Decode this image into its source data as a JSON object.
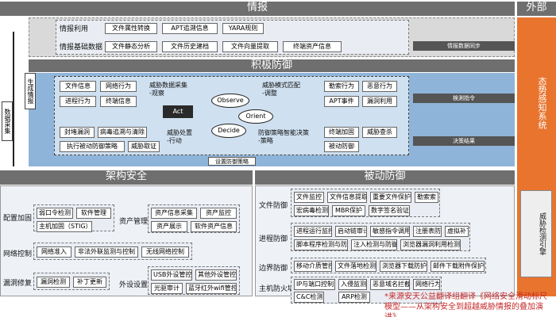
{
  "headers": {
    "intel": "情报",
    "external": "外部",
    "active": "积极防御",
    "architecture": "架构安全",
    "passive": "被动防御"
  },
  "intel": {
    "row1_label": "情报利用",
    "row1_items": [
      "文件属性转换",
      "APT追溯信息",
      "YARA规则"
    ],
    "row2_label": "情报基础数据",
    "row2_items": [
      "文件静态分析",
      "文件历史建档",
      "文件向量提取",
      "终端资产信息"
    ]
  },
  "external": {
    "situation": "态势感知系统",
    "intel_sync": "情报数据同步",
    "detect_cmd": "検測指令",
    "decision_result": "决策结果",
    "threat_detect_engine": "威胁检测引擎"
  },
  "left": {
    "gen_intel": "生成情报",
    "data_collect": "数据采集"
  },
  "active": {
    "observe_title": "威胁数据采集\n-观察",
    "observe_items": [
      "文件信息",
      "网络行为",
      "进程行为",
      "终端信息"
    ],
    "orient_title": "威胁模式匹配\n-调整",
    "orient_items": [
      "勒索行为",
      "恶意行为",
      "APT事件",
      "漏洞利用"
    ],
    "decide_title": "防御策略智能决策\n-策略",
    "decide_items": [
      "终端加固",
      "威胁查杀",
      "被动防御"
    ],
    "act_title": "威胁处置\n-行动",
    "act_items": [
      "封堵漏洞",
      "病毒追溯与清除",
      "执行被动防御策略",
      "威胁取证"
    ],
    "ooda": {
      "observe": "Observe",
      "orient": "Orient",
      "decide": "Decide",
      "act": "Act"
    },
    "set_policy": "设置防御策略"
  },
  "architecture": {
    "config": {
      "label": "配置加固",
      "items": [
        "弱口令检测",
        "软件管理",
        "主机加固（STIG）"
      ]
    },
    "asset": {
      "label": "资产管理",
      "items": [
        "资产信息采集",
        "资产监控",
        "资产展示",
        "软件资产信息"
      ]
    },
    "network": {
      "label": "网络控制",
      "items": [
        "网络准入",
        "非法外联监测与控制",
        "无线网络控制"
      ]
    },
    "vuln": {
      "label": "漏洞修复",
      "items": [
        "漏洞检测",
        "补丁更新"
      ]
    },
    "device": {
      "label": "外设设置",
      "items": [
        "USB外设管控",
        "其他外设管控",
        "光驱审计",
        "蓝牙红外wifi管控"
      ]
    }
  },
  "passive": {
    "file": {
      "label": "文件防御",
      "items": [
        "文件监控",
        "文件信息提取",
        "重要文件保护",
        "勒索索",
        "宏病毒检测",
        "MBR保护",
        "数字签名验证"
      ]
    },
    "process": {
      "label": "进程防御",
      "items": [
        "进程运行监控",
        "启动链审计",
        "敏感指令调用",
        "注册表防御",
        "虚拟补丁加固",
        "脚本程序检测与防御",
        "注入检测与防御",
        "浏览器漏洞利用检测"
      ]
    },
    "boundary": {
      "label": "边界防御",
      "items": [
        "移动介质管控",
        "文件落地检测",
        "浏览器下载防护",
        "邮件下载附件保护"
      ]
    },
    "firewall": {
      "label": "主机防火墙",
      "items": [
        "IP与端口控制",
        "入侵监测",
        "恶意域名拦截",
        "网络行为记录",
        "C&C检测",
        "ARP检测"
      ]
    }
  },
  "caption": "*来源安天公益翻译组翻译《网络安全滑动标尺模型——从架构安全到超越威胁情报的叠加演进》"
}
